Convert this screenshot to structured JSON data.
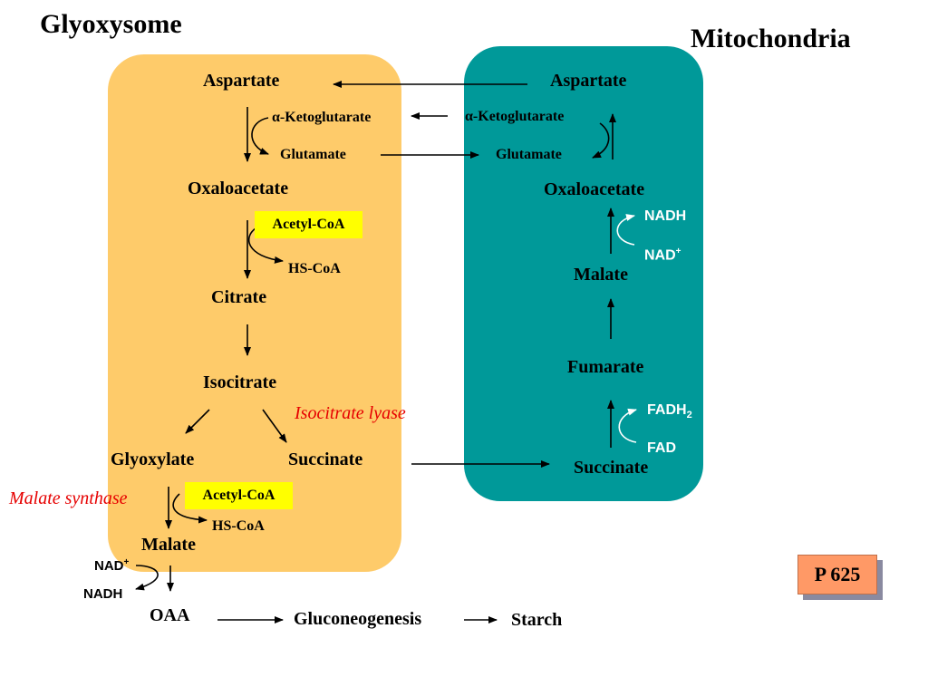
{
  "headings": {
    "left": "Glyoxysome",
    "right": "Mitochondria"
  },
  "colors": {
    "glyoxysome": "#fecb6a",
    "mitochondria": "#009999",
    "enzyme": "#e60000",
    "highlight": "#ffff00",
    "badge": "#ff9966"
  },
  "glyoxysome": {
    "aspartate": "Aspartate",
    "akg": "α-Ketoglutarate",
    "glutamate": "Glutamate",
    "oxaloacetate": "Oxaloacetate",
    "acetyl_coa_1": "Acetyl-CoA",
    "hscoa_1": "HS-CoA",
    "citrate": "Citrate",
    "isocitrate": "Isocitrate",
    "isocitrate_lyase": "Isocitrate lyase",
    "glyoxylate": "Glyoxylate",
    "succinate": "Succinate",
    "malate_synthase": "Malate synthase",
    "acetyl_coa_2": "Acetyl-CoA",
    "hscoa_2": "HS-CoA",
    "malate": "Malate",
    "nad": "NAD+",
    "nadh": "NADH",
    "oaa": "OAA",
    "gluconeogenesis": "Gluconeogenesis",
    "starch": "Starch"
  },
  "mitochondria": {
    "aspartate": "Aspartate",
    "akg": "α-Ketoglutarate",
    "glutamate": "Glutamate",
    "oxaloacetate": "Oxaloacetate",
    "nadh": "NADH",
    "nad": "NAD+",
    "malate": "Malate",
    "fumarate": "Fumarate",
    "fadh2": "FADH2",
    "fad": "FAD",
    "succinate": "Succinate"
  },
  "page_ref": "P 625"
}
